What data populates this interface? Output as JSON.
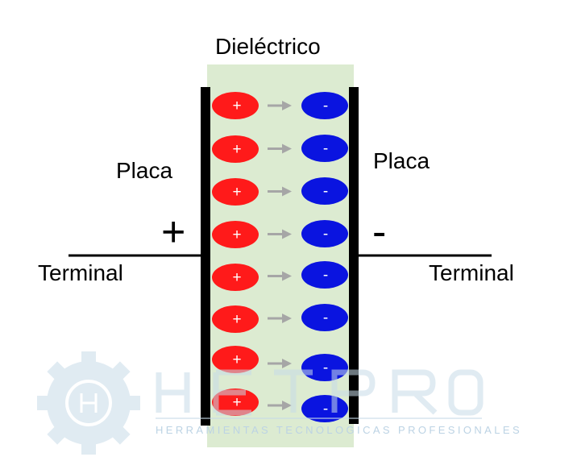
{
  "title": "Dieléctrico",
  "labels": {
    "placa_left": "Placa",
    "placa_right": "Placa",
    "terminal_left": "Terminal",
    "terminal_right": "Terminal",
    "sign_positive": "+",
    "sign_negative": "-"
  },
  "charges": {
    "rows": 8,
    "positive_symbol": "+",
    "negative_symbol": "-"
  },
  "colors": {
    "dielectric": "#dcebd1",
    "plate": "#000000",
    "positive": "#ff1a1a",
    "negative": "#0a14e0",
    "arrow": "#a6a6a6",
    "watermark": "#c7dbe8"
  },
  "watermark": {
    "brand": "HETPRO",
    "tagline": "HERRAMIENTAS  TECNOLOGICAS  PROFESIONALES",
    "icon": "gear-icon"
  }
}
